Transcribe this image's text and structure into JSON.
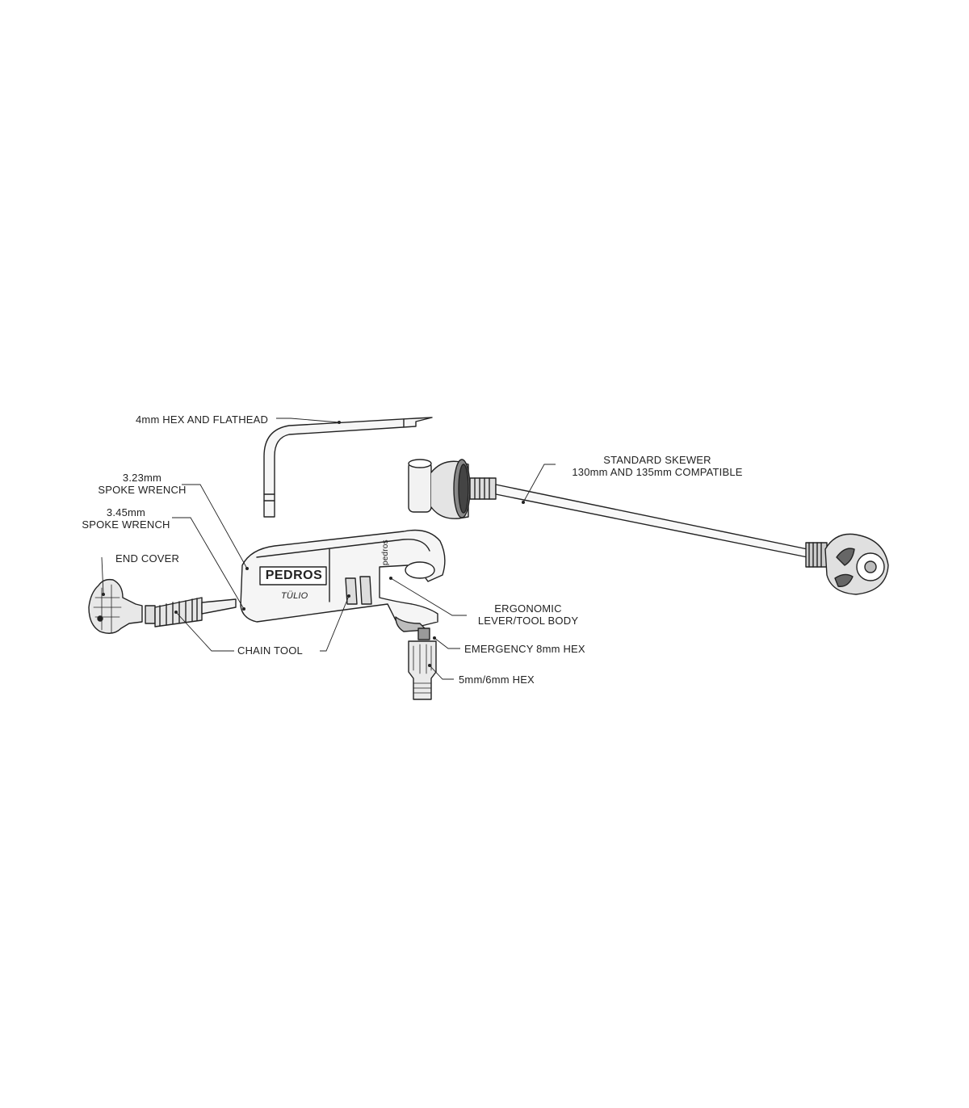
{
  "labels": {
    "hex_flathead": "4mm HEX AND FLATHEAD",
    "spoke_323_a": "3.23mm",
    "spoke_323_b": "SPOKE WRENCH",
    "spoke_345_a": "3.45mm",
    "spoke_345_b": "SPOKE WRENCH",
    "end_cover": "END COVER",
    "chain_tool": "CHAIN TOOL",
    "skewer_a": "STANDARD SKEWER",
    "skewer_b": "130mm AND 135mm COMPATIBLE",
    "lever_a": "ERGONOMIC",
    "lever_b": "LEVER/TOOL BODY",
    "emergency_hex": "EMERGENCY 8mm HEX",
    "hex_56": "5mm/6mm HEX"
  },
  "logos": {
    "brand": "PEDROS",
    "model": "TÜLIO",
    "side": "pedros"
  },
  "colors": {
    "line": "#222222",
    "fill_light": "#f4f4f4",
    "fill_mid": "#d8d8d8",
    "fill_dark": "#9a9a9a"
  }
}
